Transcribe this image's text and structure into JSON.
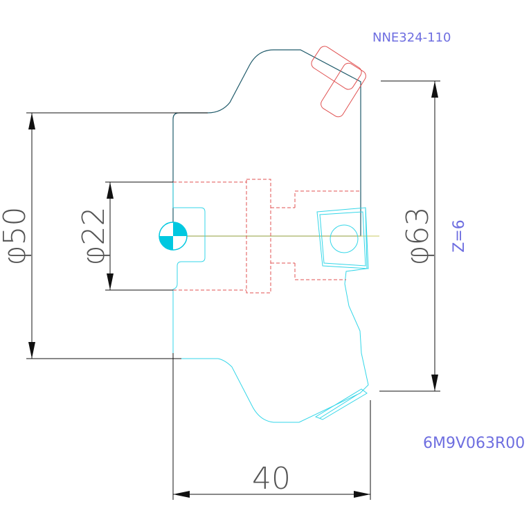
{
  "labels": {
    "insert_code": "NNE324-110",
    "tool_code": "6M9V063R00",
    "teeth": "Z=6",
    "dia_50": "φ50",
    "dia_22": "φ22",
    "dia_63": "φ63",
    "width_40": "40"
  },
  "colors": {
    "body_outline": "#1f5a6a",
    "insert_cyan": "#33d6e8",
    "hidden_red": "#e05050",
    "dimension": "#111111",
    "annotation": "#6e6ee0",
    "center_mark": "#00c8e0"
  }
}
